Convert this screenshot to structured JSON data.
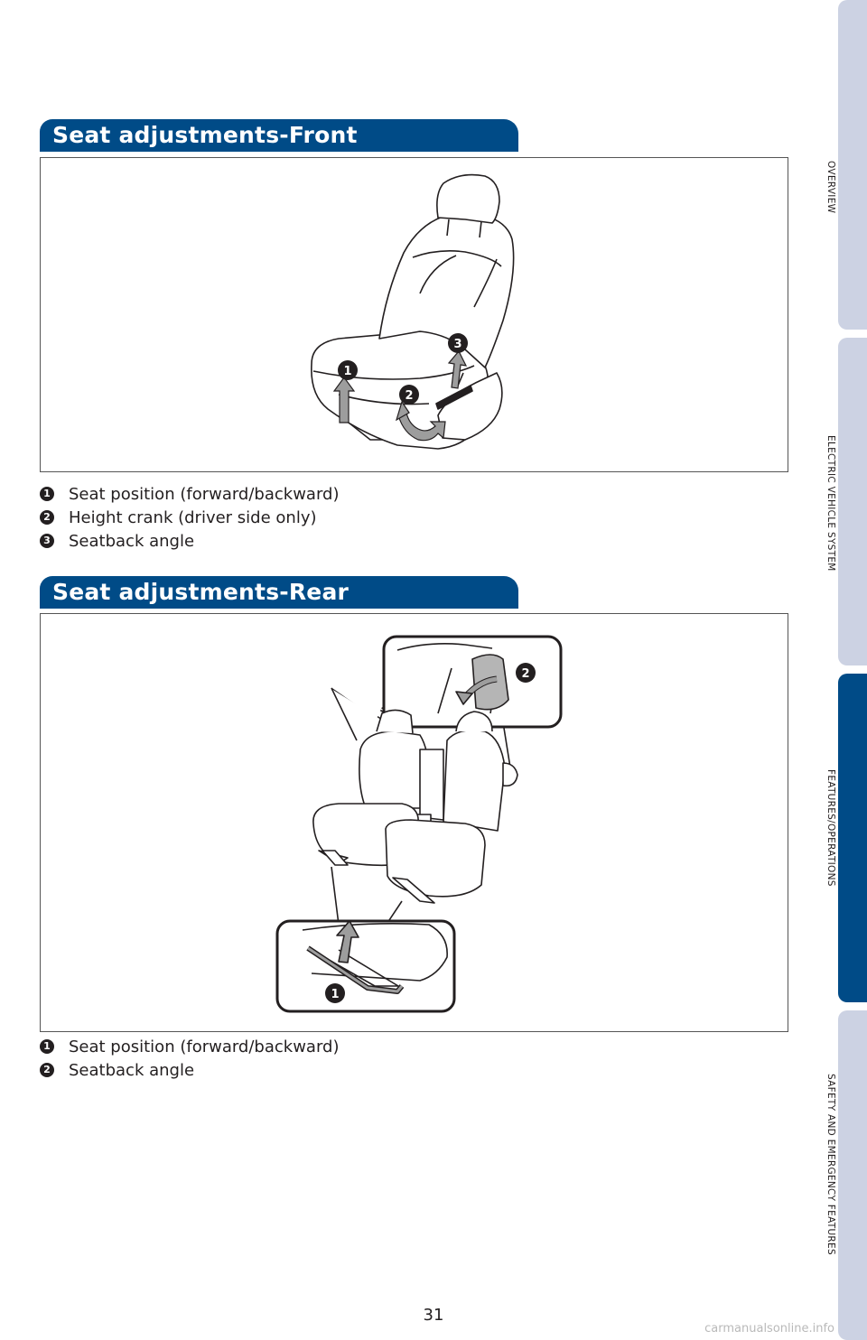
{
  "sidebar": {
    "tabs": [
      {
        "label": "OVERVIEW"
      },
      {
        "label": "ELECTRIC VEHICLE SYSTEM"
      },
      {
        "label": "FEATURES/OPERATIONS"
      },
      {
        "label": "SAFETY AND EMERGENCY FEATURES"
      }
    ]
  },
  "front": {
    "title": "Seat adjustments-Front",
    "callouts": [
      "1",
      "2",
      "3"
    ],
    "items": [
      {
        "num": "1",
        "text": "Seat position (forward/backward)"
      },
      {
        "num": "2",
        "text": "Height crank (driver side only)"
      },
      {
        "num": "3",
        "text": "Seatback angle"
      }
    ]
  },
  "rear": {
    "title": "Seat adjustments-Rear",
    "callouts": [
      "1",
      "2"
    ],
    "items": [
      {
        "num": "1",
        "text": "Seat position (forward/backward)"
      },
      {
        "num": "2",
        "text": "Seatback angle"
      }
    ]
  },
  "footer": {
    "page_number": "31",
    "watermark": "carmanualsonline.info"
  },
  "colors": {
    "header_blue": "#004b87",
    "tab_inactive": "#ccd2e3",
    "tab_active": "#004b87"
  }
}
